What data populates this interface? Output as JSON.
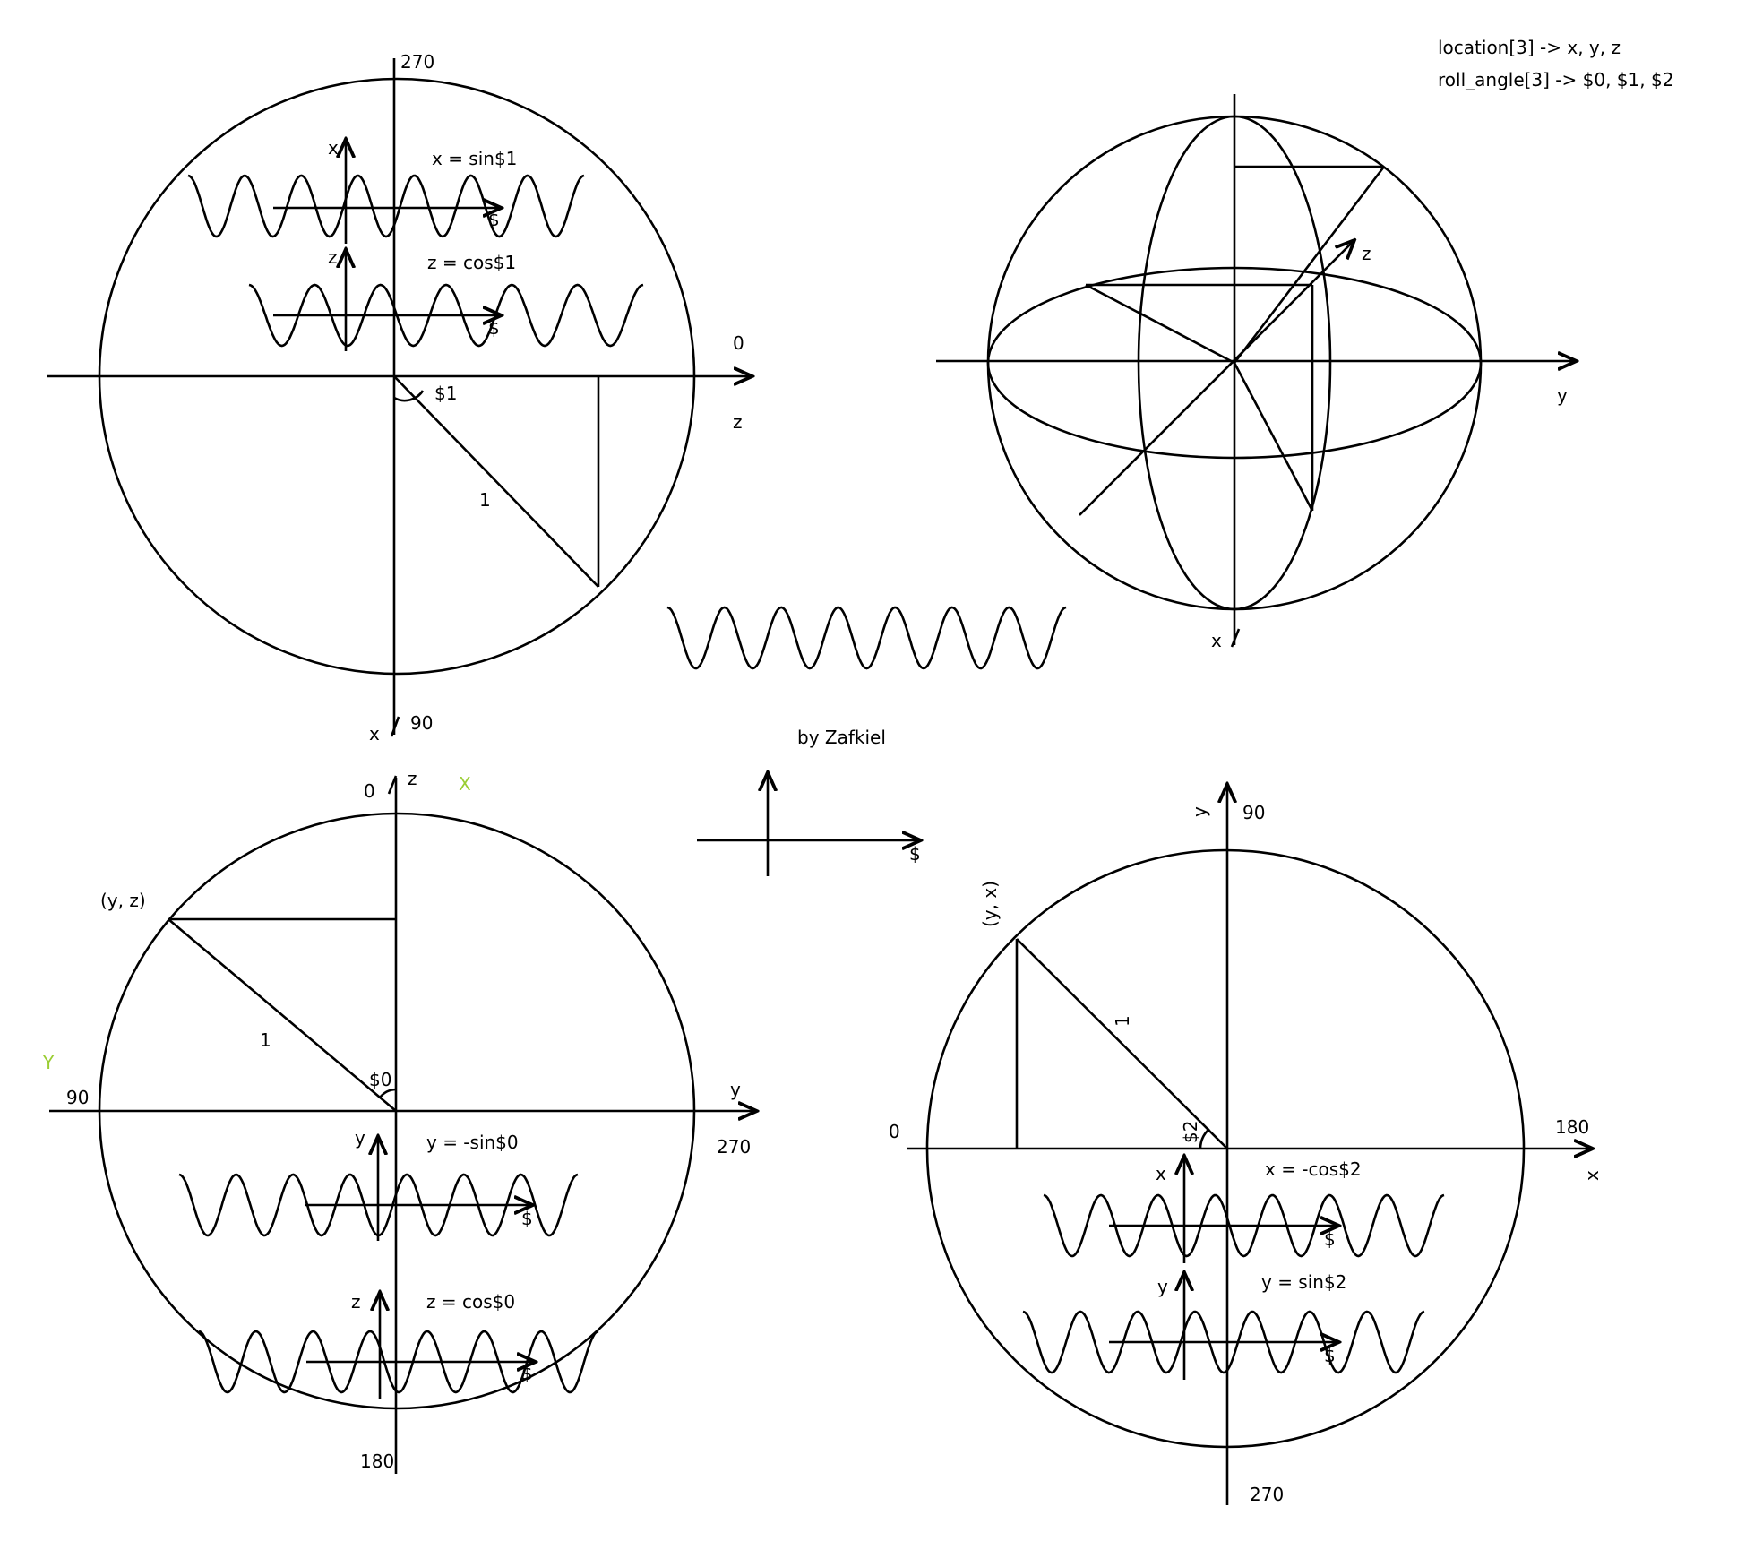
{
  "notes": {
    "line1": "location[3] -> x, y, z",
    "line2": "roll_angle[3] -> $0, $1, $2"
  },
  "credit": "by Zafkiel",
  "panel_a": {
    "deg_270": "270",
    "deg_0": "0",
    "deg_90": "90",
    "axis_z": "z",
    "axis_x": "x",
    "angle": "$1",
    "radius": "1",
    "wave_top": {
      "axis": "x",
      "formula": "x = sin$1",
      "dollar": "$"
    },
    "wave_bottom": {
      "axis": "z",
      "formula": "z = cos$1",
      "dollar": "$"
    }
  },
  "panel_b": {
    "axis_z": "z",
    "axis_y": "y",
    "axis_x": "x"
  },
  "panel_c": {
    "deg_0": "0",
    "deg_90": "90",
    "deg_270": "270",
    "deg_180": "180",
    "axis_z": "z",
    "axis_y": "y",
    "label_X": "X",
    "label_Y": "Y",
    "point": "(y, z)",
    "radius": "1",
    "angle": "$0",
    "wave_top": {
      "axis": "y",
      "formula": "y = -sin$0",
      "dollar": "$"
    },
    "wave_bottom": {
      "axis": "z",
      "formula": "z = cos$0",
      "dollar": "$"
    }
  },
  "panel_d": {
    "deg_90": "90",
    "deg_0": "0",
    "deg_180": "180",
    "deg_270": "270",
    "axis_y": "y",
    "axis_x": "x",
    "point": "(y, x)",
    "radius": "1",
    "angle": "$2",
    "wave_top": {
      "axis": "x",
      "formula": "x = -cos$2",
      "dollar": "$"
    },
    "wave_bottom": {
      "axis": "y",
      "formula": "y = sin$2",
      "dollar": "$"
    }
  },
  "mini_axes": {
    "dollar": "$"
  },
  "colors": {
    "ink": "#000000",
    "accent": "#9acd32"
  }
}
